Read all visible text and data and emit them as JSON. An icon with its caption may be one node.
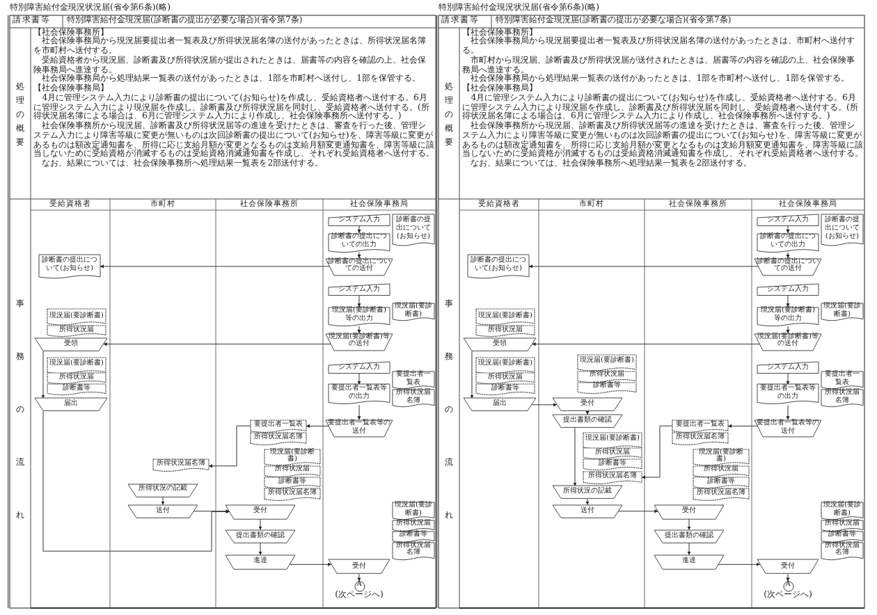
{
  "diagram": {
    "nodes": [
      {
        "text": [
          "システム入力"
        ]
      },
      {
        "text": [
          "診断書の提出について(お知らせ)"
        ]
      },
      {
        "text": [
          "診断書の提出についての出力"
        ]
      },
      {
        "text": [
          "診断書の提出についての送付"
        ]
      },
      {
        "text": [
          "診断書の提出について(お知らせ)"
        ]
      },
      {
        "text": [
          "システム入力"
        ]
      },
      {
        "text": [
          "現況届(要診断書)"
        ]
      },
      {
        "text": [
          "現況届(要診断書)等の出力"
        ]
      },
      {
        "text": [
          "現況届(要診断書)等の送付"
        ]
      },
      {
        "text": [
          "現況届(要診断書)"
        ]
      },
      {
        "text": [
          "所得状況届"
        ]
      },
      {
        "text": [
          "受領"
        ]
      },
      {
        "text": [
          "現況届(要診断書)"
        ]
      },
      {
        "text": [
          "所得状況届"
        ]
      },
      {
        "text": [
          "診断書等"
        ]
      },
      {
        "text": [
          "届出"
        ]
      },
      {
        "text": [
          "システム入力"
        ]
      },
      {
        "text": [
          "要提出者一覧表"
        ]
      },
      {
        "text": [
          "所得状況届名簿"
        ]
      },
      {
        "text": [
          "要提出者一覧表等の出力"
        ]
      },
      {
        "text": [
          "要提出者一覧表等の送付"
        ]
      },
      {
        "text": [
          "要提出者一覧表"
        ]
      },
      {
        "text": [
          "所得状況届名簿"
        ]
      },
      {
        "text": [
          "所得状況届名簿"
        ]
      },
      {
        "text": [
          "所得状況の記載"
        ]
      },
      {
        "text": [
          "送付"
        ]
      },
      {
        "text": [
          "現況届(要診断書)"
        ]
      },
      {
        "text": [
          "所得状況届"
        ]
      },
      {
        "text": [
          "診断書等"
        ]
      },
      {
        "text": [
          "所得状況届名簿"
        ]
      },
      {
        "text": [
          "受付"
        ]
      },
      {
        "text": [
          "提出書類の確認"
        ]
      },
      {
        "text": [
          "進達"
        ]
      },
      {
        "text": [
          "現況届(要診断書)"
        ]
      },
      {
        "text": [
          "所得状況届"
        ]
      },
      {
        "text": [
          "診断書等"
        ]
      },
      {
        "text": [
          "所得状況届名簿"
        ]
      },
      {
        "text": [
          "受付"
        ]
      },
      {
        "text": [
          "A"
        ],
        "beside": [
          "(次ページへ)"
        ]
      },
      {
        "text": [
          "システム入力"
        ]
      },
      {
        "text": [
          "診断書の提出について(お知らせ)"
        ]
      },
      {
        "text": [
          "診断書の提出についての出力"
        ]
      },
      {
        "text": [
          "診断書の提出についての送付"
        ]
      },
      {
        "text": [
          "診断書の提出について(お知らせ)"
        ]
      },
      {
        "text": [
          "システム入力"
        ]
      },
      {
        "text": [
          "現況届(要診断書)"
        ]
      },
      {
        "text": [
          "現況届(要診断書)等の出力"
        ]
      },
      {
        "text": [
          "現況届(要診断書)等の送付"
        ]
      },
      {
        "text": [
          "現況届(要診断書)"
        ]
      },
      {
        "text": [
          "所得状況届"
        ]
      },
      {
        "text": [
          "受領"
        ]
      },
      {
        "text": [
          "現況届(要診断書)"
        ]
      },
      {
        "text": [
          "所得状況届"
        ]
      },
      {
        "text": [
          "診断書等"
        ]
      },
      {
        "text": [
          "届出"
        ]
      },
      {
        "text": [
          "現況届(要診断書)"
        ]
      },
      {
        "text": [
          "所得状況届"
        ]
      },
      {
        "text": [
          "診断書等"
        ]
      },
      {
        "text": [
          "受付"
        ]
      },
      {
        "text": [
          "提出書類の確認"
        ]
      },
      {
        "text": [
          "現況届(要診断書)"
        ]
      },
      {
        "text": [
          "所得状況届"
        ]
      },
      {
        "text": [
          "診断書等"
        ]
      },
      {
        "text": [
          "所得状況届名簿"
        ]
      },
      {
        "text": [
          "所得状況の記載"
        ]
      },
      {
        "text": [
          "送付"
        ]
      },
      {
        "text": [
          "システム入力"
        ]
      },
      {
        "text": [
          "要提出者一覧表"
        ]
      },
      {
        "text": [
          "所得状況届名簿"
        ]
      },
      {
        "text": [
          "要提出者一覧表等の出力"
        ]
      },
      {
        "text": [
          "要提出者一覧表等の送付"
        ]
      },
      {
        "text": [
          "要提出者一覧表"
        ]
      },
      {
        "text": [
          "所得状況届名簿"
        ]
      },
      {
        "text": [
          "現況届(要診断書)"
        ]
      },
      {
        "text": [
          "所得状況届"
        ]
      },
      {
        "text": [
          "診断書等"
        ]
      },
      {
        "text": [
          "所得状況届名簿"
        ]
      },
      {
        "text": [
          "受付"
        ]
      },
      {
        "text": [
          "提出書類の確認"
        ]
      },
      {
        "text": [
          "進達"
        ]
      },
      {
        "text": [
          "現況届(要診断書)"
        ]
      },
      {
        "text": [
          "所得状況届"
        ]
      },
      {
        "text": [
          "診断書等"
        ]
      },
      {
        "text": [
          "所得状況届名簿"
        ]
      },
      {
        "text": [
          "受付"
        ]
      },
      {
        "text": [
          "A"
        ],
        "beside": [
          "(次ページへ)"
        ]
      }
    ],
    "edges": [
      {
        "from": 0,
        "to": 2,
        "arrow": "to"
      },
      {
        "from": 2,
        "to": 3,
        "arrow": "to"
      },
      {
        "from": 3,
        "to": 4,
        "arrow": "to"
      },
      {
        "from": 5,
        "to": 7,
        "arrow": "to"
      },
      {
        "from": 7,
        "to": 8,
        "arrow": "to"
      },
      {
        "from": 8,
        "to": 11,
        "arrow": "to"
      },
      {
        "from": 11,
        "to": 15,
        "arrow": "to"
      },
      {
        "from": 16,
        "to": 19,
        "arrow": "to"
      },
      {
        "from": 19,
        "to": 20,
        "arrow": "to"
      },
      {
        "from": 20,
        "to": 21,
        "arrow": "to"
      },
      {
        "from": 21,
        "to": 23,
        "arrow": "to"
      },
      {
        "from": 24,
        "to": 25,
        "arrow": "to"
      },
      {
        "from": 25,
        "to": 30,
        "arrow": "to"
      },
      {
        "from": 15,
        "to": 30,
        "arrow": "to"
      },
      {
        "from": 30,
        "to": 31,
        "arrow": "to"
      },
      {
        "from": 31,
        "to": 32,
        "arrow": "to"
      },
      {
        "from": 32,
        "to": 37,
        "arrow": "to"
      },
      {
        "from": 37,
        "to": 38,
        "arrow": "to"
      },
      {
        "from": 39,
        "to": 41,
        "arrow": "to"
      },
      {
        "from": 41,
        "to": 42,
        "arrow": "to"
      },
      {
        "from": 42,
        "to": 43,
        "arrow": "to"
      },
      {
        "from": 44,
        "to": 46,
        "arrow": "to"
      },
      {
        "from": 46,
        "to": 47,
        "arrow": "to"
      },
      {
        "from": 47,
        "to": 50,
        "arrow": "to"
      },
      {
        "from": 50,
        "to": 54,
        "arrow": "to"
      },
      {
        "from": 54,
        "to": 58,
        "arrow": "to"
      },
      {
        "from": 58,
        "to": 59,
        "arrow": "to"
      },
      {
        "from": 59,
        "to": 64,
        "arrow": "to"
      },
      {
        "from": 64,
        "to": 65,
        "arrow": "to"
      },
      {
        "from": 65,
        "to": 77,
        "arrow": "to"
      },
      {
        "from": 66,
        "to": 69,
        "arrow": "to"
      },
      {
        "from": 69,
        "to": 70,
        "arrow": "to"
      },
      {
        "from": 70,
        "to": 71,
        "arrow": "to"
      },
      {
        "from": 71,
        "to": 63,
        "arrow": "to"
      },
      {
        "from": 77,
        "to": 78,
        "arrow": "to"
      },
      {
        "from": 78,
        "to": 79,
        "arrow": "to"
      },
      {
        "from": 79,
        "to": 84,
        "arrow": "to"
      },
      {
        "from": 84,
        "to": 85,
        "arrow": "to"
      }
    ],
    "labels": [
      "特別障害給付金現況状況届(省令第6条)(略)",
      "請求書等",
      "特別障害給付金現況届(診断書の提出が必要な場合)(省令第7条)",
      "処理の概要",
      "【社会保険事務所】",
      "社会保険事務局から現況届要提出者一覧表及び所得状況届名簿の送付があったときは、所得状況届名簿を市町村へ送付する。",
      "受給資格者から現況届、診断書及び所得状況届が提出されたときは、届書等の内容を確認の上、社会保険事務局へ進達する。",
      "社会保険事務局から処理結果一覧表の送付があったときは、1部を市町村へ送付し、1部を保管する。",
      "【社会保険事務局】",
      "4月に管理システム入力により診断書の提出について(お知らせ)を作成し、受給資格者へ送付する。6月に管理システム入力により現況届を作成し、診断書及び所得状況届を同封し、受給資格者へ送付する。(所得状況届名簿による場合は、6月に管理システム入力により作成し、社会保険事務所へ送付する。)",
      "社会保険事務所から現況届、診断書及び所得状況届等の進達を受けたときは、審査を行った後、管理システム入力により障害等級に変更が無いものは次回診断書の提出について(お知らせ)を、障害等級に変更があるものは額改定通知書を、所得に応じ支給月額が変更となるものは支給月額変更通知書を、障害等級に該当しないために受給資格が消滅するものは受給資格消滅通知書を作成し、それぞれ受給資格者へ送付する。",
      "なお、結果については、社会保険事務所へ処理結果一覧表を2部送付する。",
      "受給資格者",
      "市町村",
      "社会保険事務所",
      "社会保険事務局",
      "事務の流れ",
      "特別障害給付金現況状況届(省令第6条)(略)",
      "請求書等",
      "特別障害給付金現況届(診断書の提出が必要な場合)(省令第7条)",
      "処理の概要",
      "【社会保険事務所】",
      "社会保険事務局から現況届要提出者一覧表及び所得状況届名簿の送付があったときは、市町村へ送付する。",
      "市町村から現況届、診断書及び所得状況届が送付されたときは、届書等の内容を確認の上、社会保険事務局へ進達する。",
      "社会保険事務局から処理結果一覧表の送付があったときは、1部を市町村へ送付し、1部を保管する。",
      "【社会保険事務局】",
      "4月に管理システム入力により診断書の提出について(お知らせ)を作成し、受給資格者へ送付する。6月に管理システム入力により現況届を作成し、診断書及び所得状況届を同封し、受給資格者へ送付する。(所得状況届名簿による場合は、6月に管理システム入力により作成し、社会保険事務所へ送付する。)",
      "社会保険事務所から現況届、診断書及び所得状況届等の進達を受けたときは、審査を行った後、管理システム入力により障害等級に変更が無いものは次回診断書の提出について(お知らせ)を、障害等級に変更があるものは額改定通知書を、所得に応じ支給月額が変更となるものは支給月額変更通知書を、障害等級に該当しないために受給資格が消滅するものは受給資格消滅通知書を作成し、それぞれ受給資格者へ送付する。",
      "なお、結果については、社会保険事務所へ処理結果一覧表を2部送付する。",
      "受給資格者",
      "市町村",
      "社会保険事務所",
      "社会保険事務局",
      "事務の流れ"
    ]
  }
}
